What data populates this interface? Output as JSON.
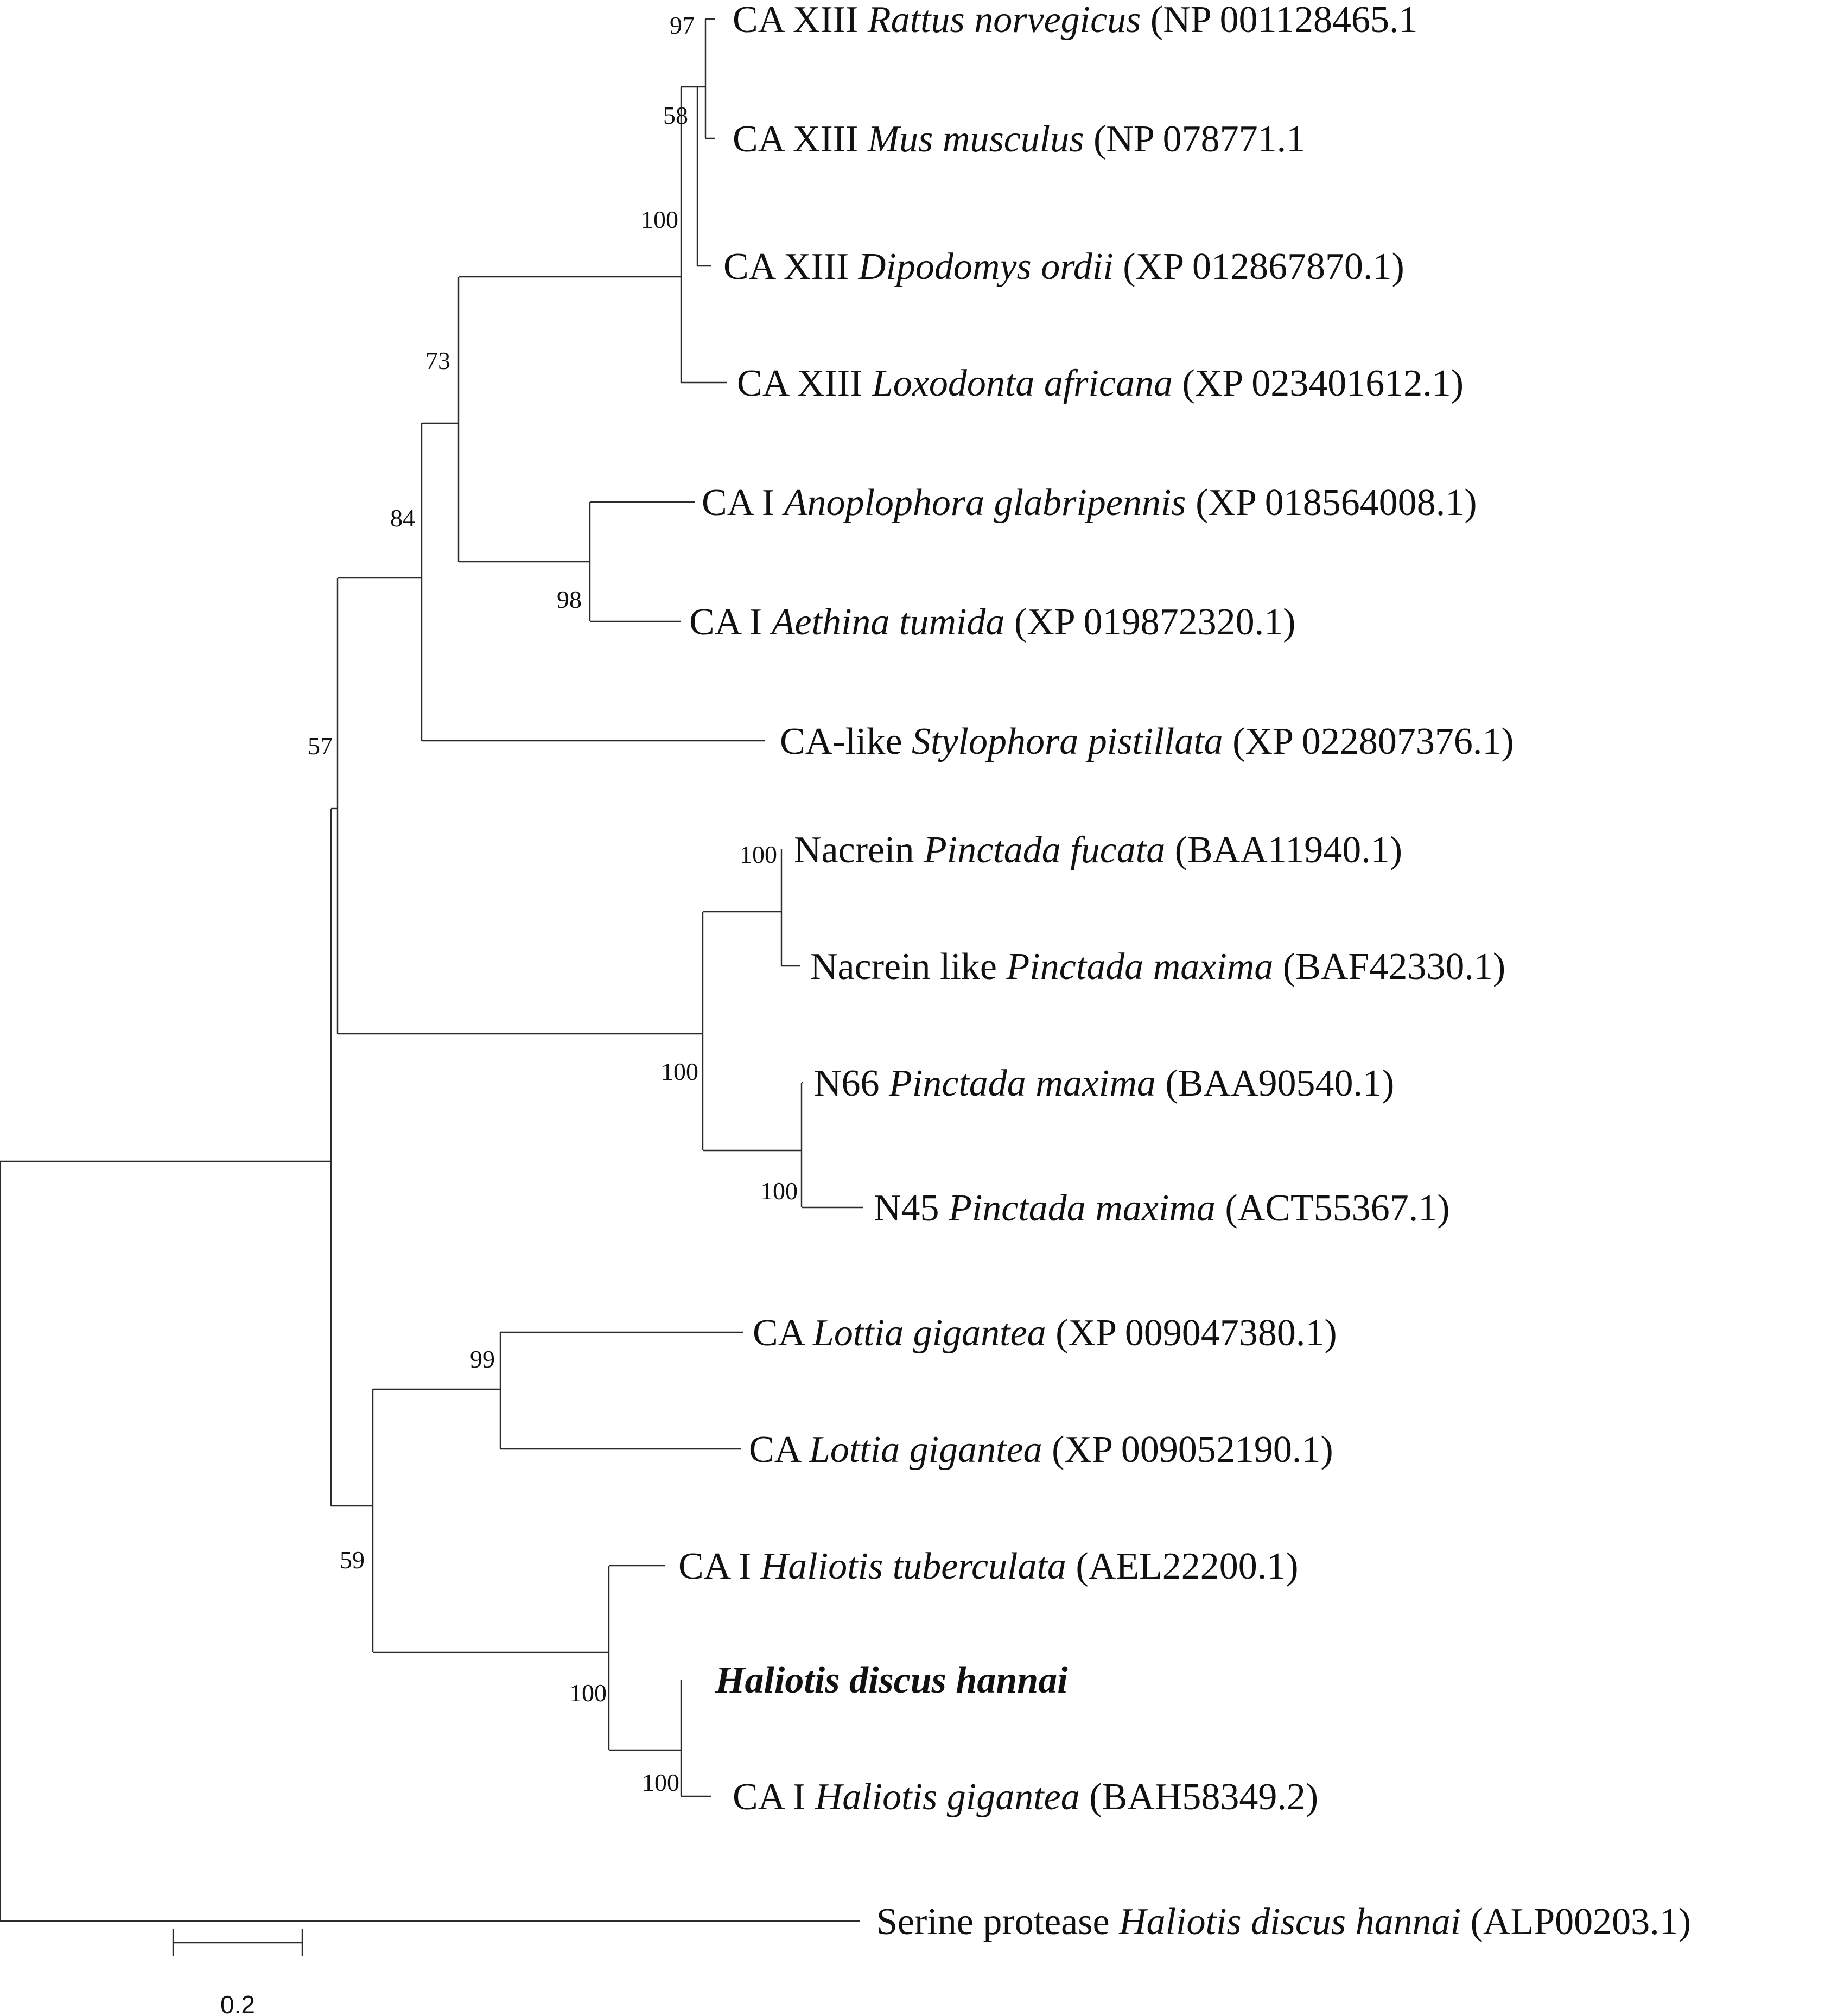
{
  "tree": {
    "leaves": [
      {
        "id": "rattus",
        "parts": [
          {
            "t": "CA XIII "
          },
          {
            "t": "Rattus norvegicus",
            "i": true
          },
          {
            "t": " (NP 001128465.1"
          }
        ]
      },
      {
        "id": "mus",
        "parts": [
          {
            "t": "CA XIII "
          },
          {
            "t": "Mus musculus",
            "i": true
          },
          {
            "t": " (NP 078771.1"
          }
        ]
      },
      {
        "id": "dipodomys",
        "parts": [
          {
            "t": "CA XIII "
          },
          {
            "t": "Dipodomys ordii",
            "i": true
          },
          {
            "t": " (XP 012867870.1)"
          }
        ]
      },
      {
        "id": "loxodonta",
        "parts": [
          {
            "t": "CA XIII "
          },
          {
            "t": "Loxodonta africana",
            "i": true
          },
          {
            "t": " (XP 023401612.1)"
          }
        ]
      },
      {
        "id": "anoplophora",
        "parts": [
          {
            "t": "CA I "
          },
          {
            "t": "Anoplophora glabripennis",
            "i": true
          },
          {
            "t": " (XP 018564008.1)"
          }
        ]
      },
      {
        "id": "aethina",
        "parts": [
          {
            "t": "CA I "
          },
          {
            "t": "Aethina tumida",
            "i": true
          },
          {
            "t": " (XP 019872320.1)"
          }
        ]
      },
      {
        "id": "stylophora",
        "parts": [
          {
            "t": "CA-like "
          },
          {
            "t": "Stylophora pistillata",
            "i": true
          },
          {
            "t": " (XP 022807376.1)"
          }
        ]
      },
      {
        "id": "nacrein",
        "parts": [
          {
            "t": "Nacrein "
          },
          {
            "t": "Pinctada fucata",
            "i": true
          },
          {
            "t": " (BAA11940.1)"
          }
        ]
      },
      {
        "id": "nacrein-like",
        "parts": [
          {
            "t": "Nacrein like  "
          },
          {
            "t": "Pinctada maxima",
            "i": true
          },
          {
            "t": " (BAF42330.1)"
          }
        ]
      },
      {
        "id": "n66",
        "parts": [
          {
            "t": "N66  "
          },
          {
            "t": "Pinctada maxima",
            "i": true
          },
          {
            "t": " (BAA90540.1)"
          }
        ]
      },
      {
        "id": "n45",
        "parts": [
          {
            "t": "N45  "
          },
          {
            "t": "Pinctada maxima",
            "i": true
          },
          {
            "t": " (ACT55367.1)"
          }
        ]
      },
      {
        "id": "lottia1",
        "parts": [
          {
            "t": "CA  "
          },
          {
            "t": "Lottia",
            "i": true
          },
          {
            "t": " gigantea",
            "i": true
          },
          {
            "t": " (XP 009047380.1)"
          }
        ]
      },
      {
        "id": "lottia2",
        "parts": [
          {
            "t": "CA "
          },
          {
            "t": "Lottia",
            "i": true
          },
          {
            "t": " gigantea",
            "i": true
          },
          {
            "t": " (XP 009052190.1)"
          }
        ]
      },
      {
        "id": "tuberculata",
        "parts": [
          {
            "t": "CA I "
          },
          {
            "t": "Haliotis tuberculata",
            "i": true
          },
          {
            "t": "  (AEL22200.1)"
          }
        ]
      },
      {
        "id": "hannai",
        "parts": [
          {
            "t": "Haliotis discus hannai",
            "i": true,
            "b": true
          }
        ]
      },
      {
        "id": "haliotis-gigantea",
        "parts": [
          {
            "t": "CA I  "
          },
          {
            "t": "Haliotis gigantea",
            "i": true
          },
          {
            "t": " (BAH58349.2)"
          }
        ]
      },
      {
        "id": "serine",
        "parts": [
          {
            "t": "Serine protease "
          },
          {
            "t": "Haliotis discus hannai",
            "i": true
          },
          {
            "t": " (ALP00203.1)"
          }
        ]
      }
    ],
    "bootstrap": [
      {
        "id": "b97",
        "value": "97"
      },
      {
        "id": "b58",
        "value": "58"
      },
      {
        "id": "b100a",
        "value": "100"
      },
      {
        "id": "b73",
        "value": "73"
      },
      {
        "id": "b84",
        "value": "84"
      },
      {
        "id": "b98",
        "value": "98"
      },
      {
        "id": "b57",
        "value": "57"
      },
      {
        "id": "b100b",
        "value": "100"
      },
      {
        "id": "b100c",
        "value": "100"
      },
      {
        "id": "b100d",
        "value": "100"
      },
      {
        "id": "b99",
        "value": "99"
      },
      {
        "id": "b59",
        "value": "59"
      },
      {
        "id": "b100e",
        "value": "100"
      },
      {
        "id": "b100f",
        "value": "100"
      }
    ],
    "scale_bar": {
      "label": "0.2",
      "length": 0.2
    }
  }
}
